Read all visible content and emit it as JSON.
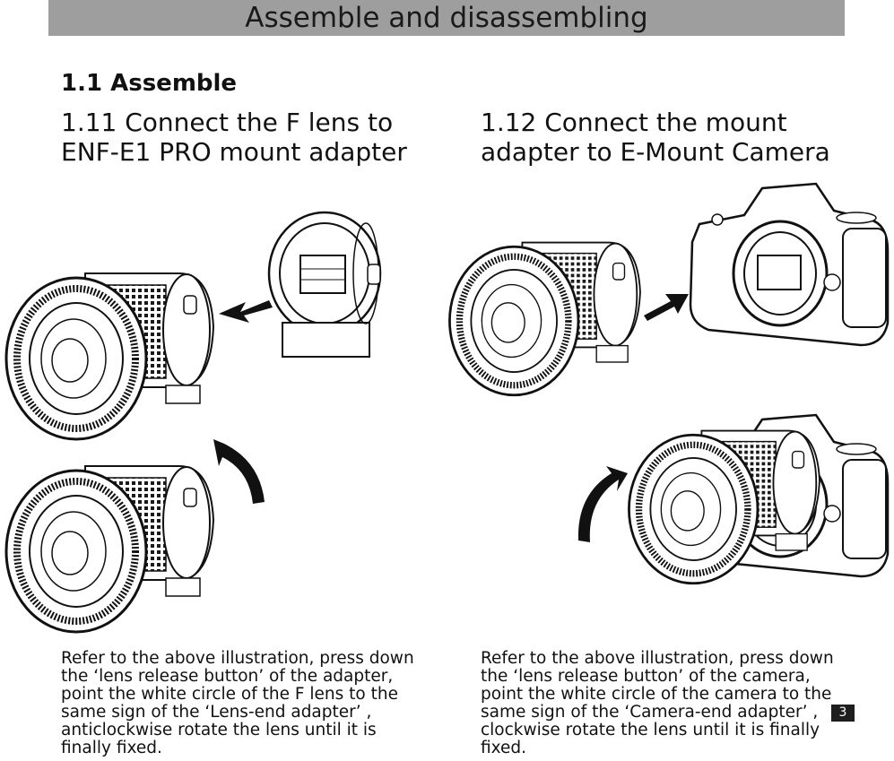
{
  "header": {
    "title": "Assemble and disassembling"
  },
  "section": {
    "title": "1.1 Assemble"
  },
  "steps": [
    {
      "lines": [
        "1.11 Connect the F lens to",
        "ENF-E1 PRO mount adapter"
      ]
    },
    {
      "lines": [
        "1.12 Connect the mount",
        "adapter to E-Mount Camera"
      ]
    }
  ],
  "instructions": [
    {
      "lines": [
        "Refer to the above illustration, press down",
        "the ‘lens release button’ of the adapter,",
        "point the white circle of the F lens to the",
        "same sign of the ‘Lens-end adapter’ ,",
        "anticlockwise rotate the lens until it is",
        "finally fixed."
      ]
    },
    {
      "lines": [
        "Refer to the above illustration, press down",
        "the ‘lens release button’ of the camera,",
        "point the white circle of the camera to the",
        "same sign of the ‘Camera-end adapter’ ,",
        "clockwise rotate the lens until it is finally",
        "fixed."
      ]
    }
  ],
  "page": {
    "number": "3"
  }
}
